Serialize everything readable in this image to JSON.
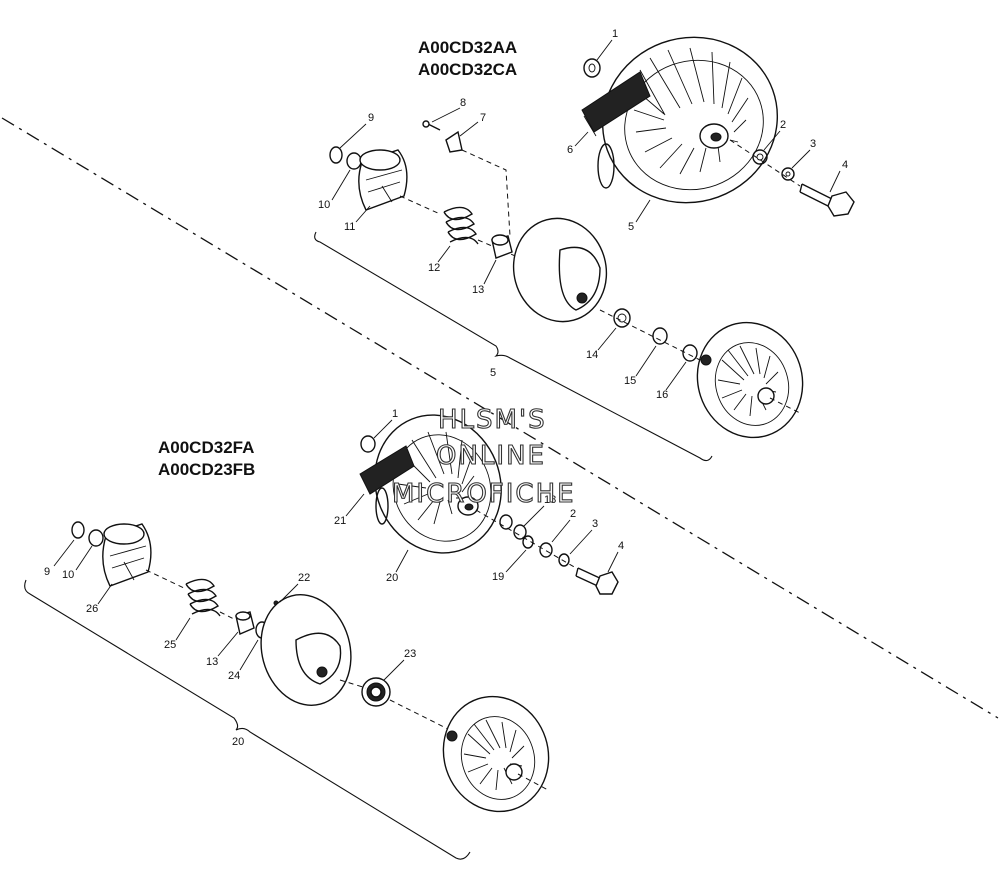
{
  "assemblies": {
    "upper": {
      "model_codes": [
        "A00CD32AA",
        "A00CD32CA"
      ],
      "callouts": {
        "p1": "1",
        "p2": "2",
        "p3": "3",
        "p4": "4",
        "p5": "5",
        "p6": "6",
        "p7": "7",
        "p8": "8",
        "p9": "9",
        "p10": "10",
        "p11": "11",
        "p12": "12",
        "p13": "13",
        "p14": "14",
        "p15": "15",
        "p16": "16",
        "p5_group": "5"
      }
    },
    "lower": {
      "model_codes": [
        "A00CD32FA",
        "A00CD23FB"
      ],
      "callouts": {
        "p1": "1",
        "p18": "18",
        "p2": "2",
        "p3": "3",
        "p4": "4",
        "p19": "19",
        "p20": "20",
        "p21": "21",
        "p9": "9",
        "p10": "10",
        "p26": "26",
        "p25": "25",
        "p13": "13",
        "p24": "24",
        "p22": "22",
        "p23": "23",
        "p20_group": "20"
      }
    }
  },
  "watermark": [
    "HLSM'S",
    "ONLINE",
    "MICROFICHE"
  ]
}
